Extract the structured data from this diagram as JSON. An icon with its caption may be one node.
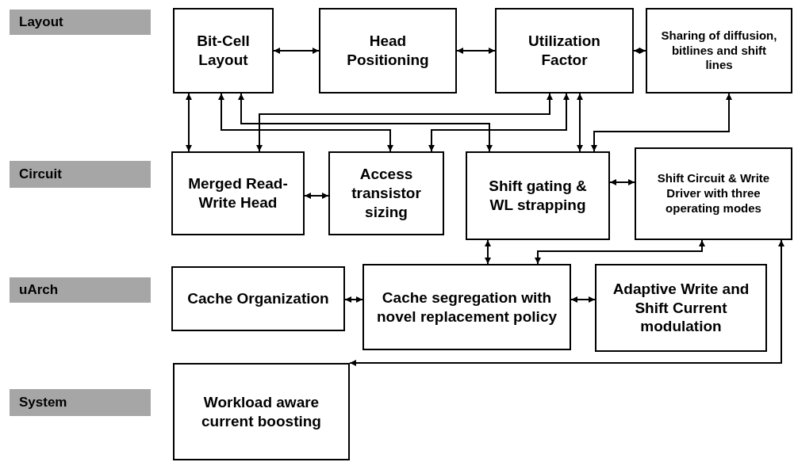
{
  "diagram": {
    "nodes": [
      {
        "text": [
          "Layout"
        ]
      },
      {
        "text": [
          "Circuit"
        ]
      },
      {
        "text": [
          "uArch"
        ]
      },
      {
        "text": [
          "System"
        ]
      },
      {
        "text": [
          "Bit-Cell Layout"
        ]
      },
      {
        "text": [
          "Head Positioning"
        ]
      },
      {
        "text": [
          "Utilization Factor"
        ]
      },
      {
        "text": [
          "Sharing of diffusion, bitlines and shift lines"
        ]
      },
      {
        "text": [
          "Merged Read-Write Head"
        ]
      },
      {
        "text": [
          "Access transistor sizing"
        ]
      },
      {
        "text": [
          "Shift gating & WL strapping"
        ]
      },
      {
        "text": [
          "Shift Circuit & Write Driver with three operating modes"
        ]
      },
      {
        "text": [
          "Cache Organization"
        ]
      },
      {
        "text": [
          "Cache segregation with novel replacement policy"
        ]
      },
      {
        "text": [
          "Adaptive Write and Shift Current modulation"
        ]
      },
      {
        "text": [
          "Workload aware current boosting"
        ]
      }
    ],
    "edges": [
      {
        "from": 4,
        "to": 5,
        "arrow": "both"
      },
      {
        "from": 5,
        "to": 6,
        "arrow": "both"
      },
      {
        "from": 6,
        "to": 7,
        "arrow": "both"
      },
      {
        "from": 4,
        "to": 8,
        "arrow": "both"
      },
      {
        "from": 4,
        "to": 9,
        "arrow": "both"
      },
      {
        "from": 4,
        "to": 10,
        "arrow": "both"
      },
      {
        "from": 6,
        "to": 8,
        "arrow": "both"
      },
      {
        "from": 6,
        "to": 9,
        "arrow": "both"
      },
      {
        "from": 6,
        "to": 10,
        "arrow": "both"
      },
      {
        "from": 7,
        "to": 10,
        "arrow": "both"
      },
      {
        "from": 8,
        "to": 9,
        "arrow": "both"
      },
      {
        "from": 10,
        "to": 11,
        "arrow": "both"
      },
      {
        "from": 10,
        "to": 13,
        "arrow": "both"
      },
      {
        "from": 11,
        "to": 13,
        "arrow": "both"
      },
      {
        "from": 11,
        "to": 15,
        "arrow": "both"
      },
      {
        "from": 12,
        "to": 13,
        "arrow": "both"
      },
      {
        "from": 13,
        "to": 14,
        "arrow": "both"
      }
    ]
  }
}
